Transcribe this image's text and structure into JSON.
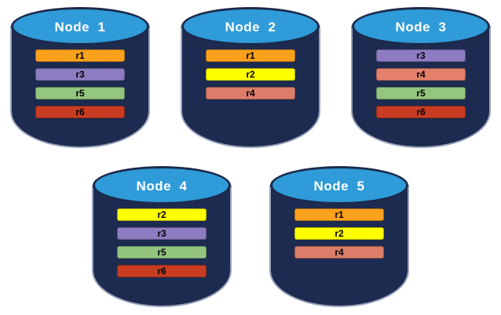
{
  "colors": {
    "background": "#FFFFFF",
    "cylinder_body": "#1C2B4F",
    "cylinder_top": "#2F9BD8",
    "cylinder_outline_light": "#9AA3BB",
    "cylinder_outline_dark": "#1B2A4C",
    "node_label_text": "#FFFFFF",
    "replica_label_text": "#000000",
    "replica_fill": {
      "r1": "#F9A01C",
      "r2": "#FFFF00",
      "r3": "#8D7CC2",
      "r4": "#DB7D68",
      "r5": "#93C57F",
      "r6": "#C83C22"
    }
  },
  "rows": [
    {
      "nodes": [
        {
          "label": "Node  1",
          "replicas": [
            {
              "id": "r1",
              "color": "#F9A01C"
            },
            {
              "id": "r3",
              "color": "#8D7CC2"
            },
            {
              "id": "r5",
              "color": "#93C57F"
            },
            {
              "id": "r6",
              "color": "#C83C22"
            }
          ]
        },
        {
          "label": "Node  2",
          "replicas": [
            {
              "id": "r1",
              "color": "#F9A01C"
            },
            {
              "id": "r2",
              "color": "#FFFF00"
            },
            {
              "id": "r4",
              "color": "#DB7D68"
            }
          ]
        },
        {
          "label": "Node  3",
          "replicas": [
            {
              "id": "r3",
              "color": "#8D7CC2"
            },
            {
              "id": "r4",
              "color": "#E5806A"
            },
            {
              "id": "r5",
              "color": "#93C57F"
            },
            {
              "id": "r6",
              "color": "#C83C22"
            }
          ]
        }
      ]
    },
    {
      "nodes": [
        {
          "label": "Node  4",
          "replicas": [
            {
              "id": "r2",
              "color": "#FFFF00"
            },
            {
              "id": "r3",
              "color": "#8D7CC2"
            },
            {
              "id": "r5",
              "color": "#93C57F"
            },
            {
              "id": "r6",
              "color": "#C83C22"
            }
          ]
        },
        {
          "label": "Node  5",
          "replicas": [
            {
              "id": "r1",
              "color": "#F9A01C"
            },
            {
              "id": "r2",
              "color": "#FFFF00"
            },
            {
              "id": "r4",
              "color": "#DB7D68"
            }
          ]
        }
      ]
    }
  ]
}
